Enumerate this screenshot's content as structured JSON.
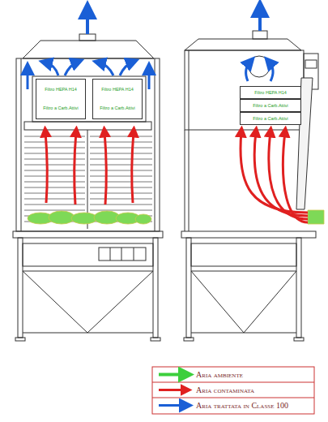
{
  "diagram": {
    "nodes": [
      {
        "text": [
          "Filtro HEPA H14",
          "Filtro a Carb.Attivi"
        ]
      },
      {
        "text": [
          "Filtro HEPA H14",
          "Filtro a Carb.Attivi"
        ]
      },
      {
        "text": [
          "Filtro HEPA H14"
        ]
      },
      {
        "text": [
          "Filtro a Carb.Attivi"
        ]
      },
      {
        "text": [
          "Filtro a Carb.Attivi"
        ]
      }
    ],
    "legend": [
      {
        "text": "Aria ambiente"
      },
      {
        "text": "Aria contaminata"
      },
      {
        "text": "Aria trattata in Classe 100"
      }
    ]
  }
}
